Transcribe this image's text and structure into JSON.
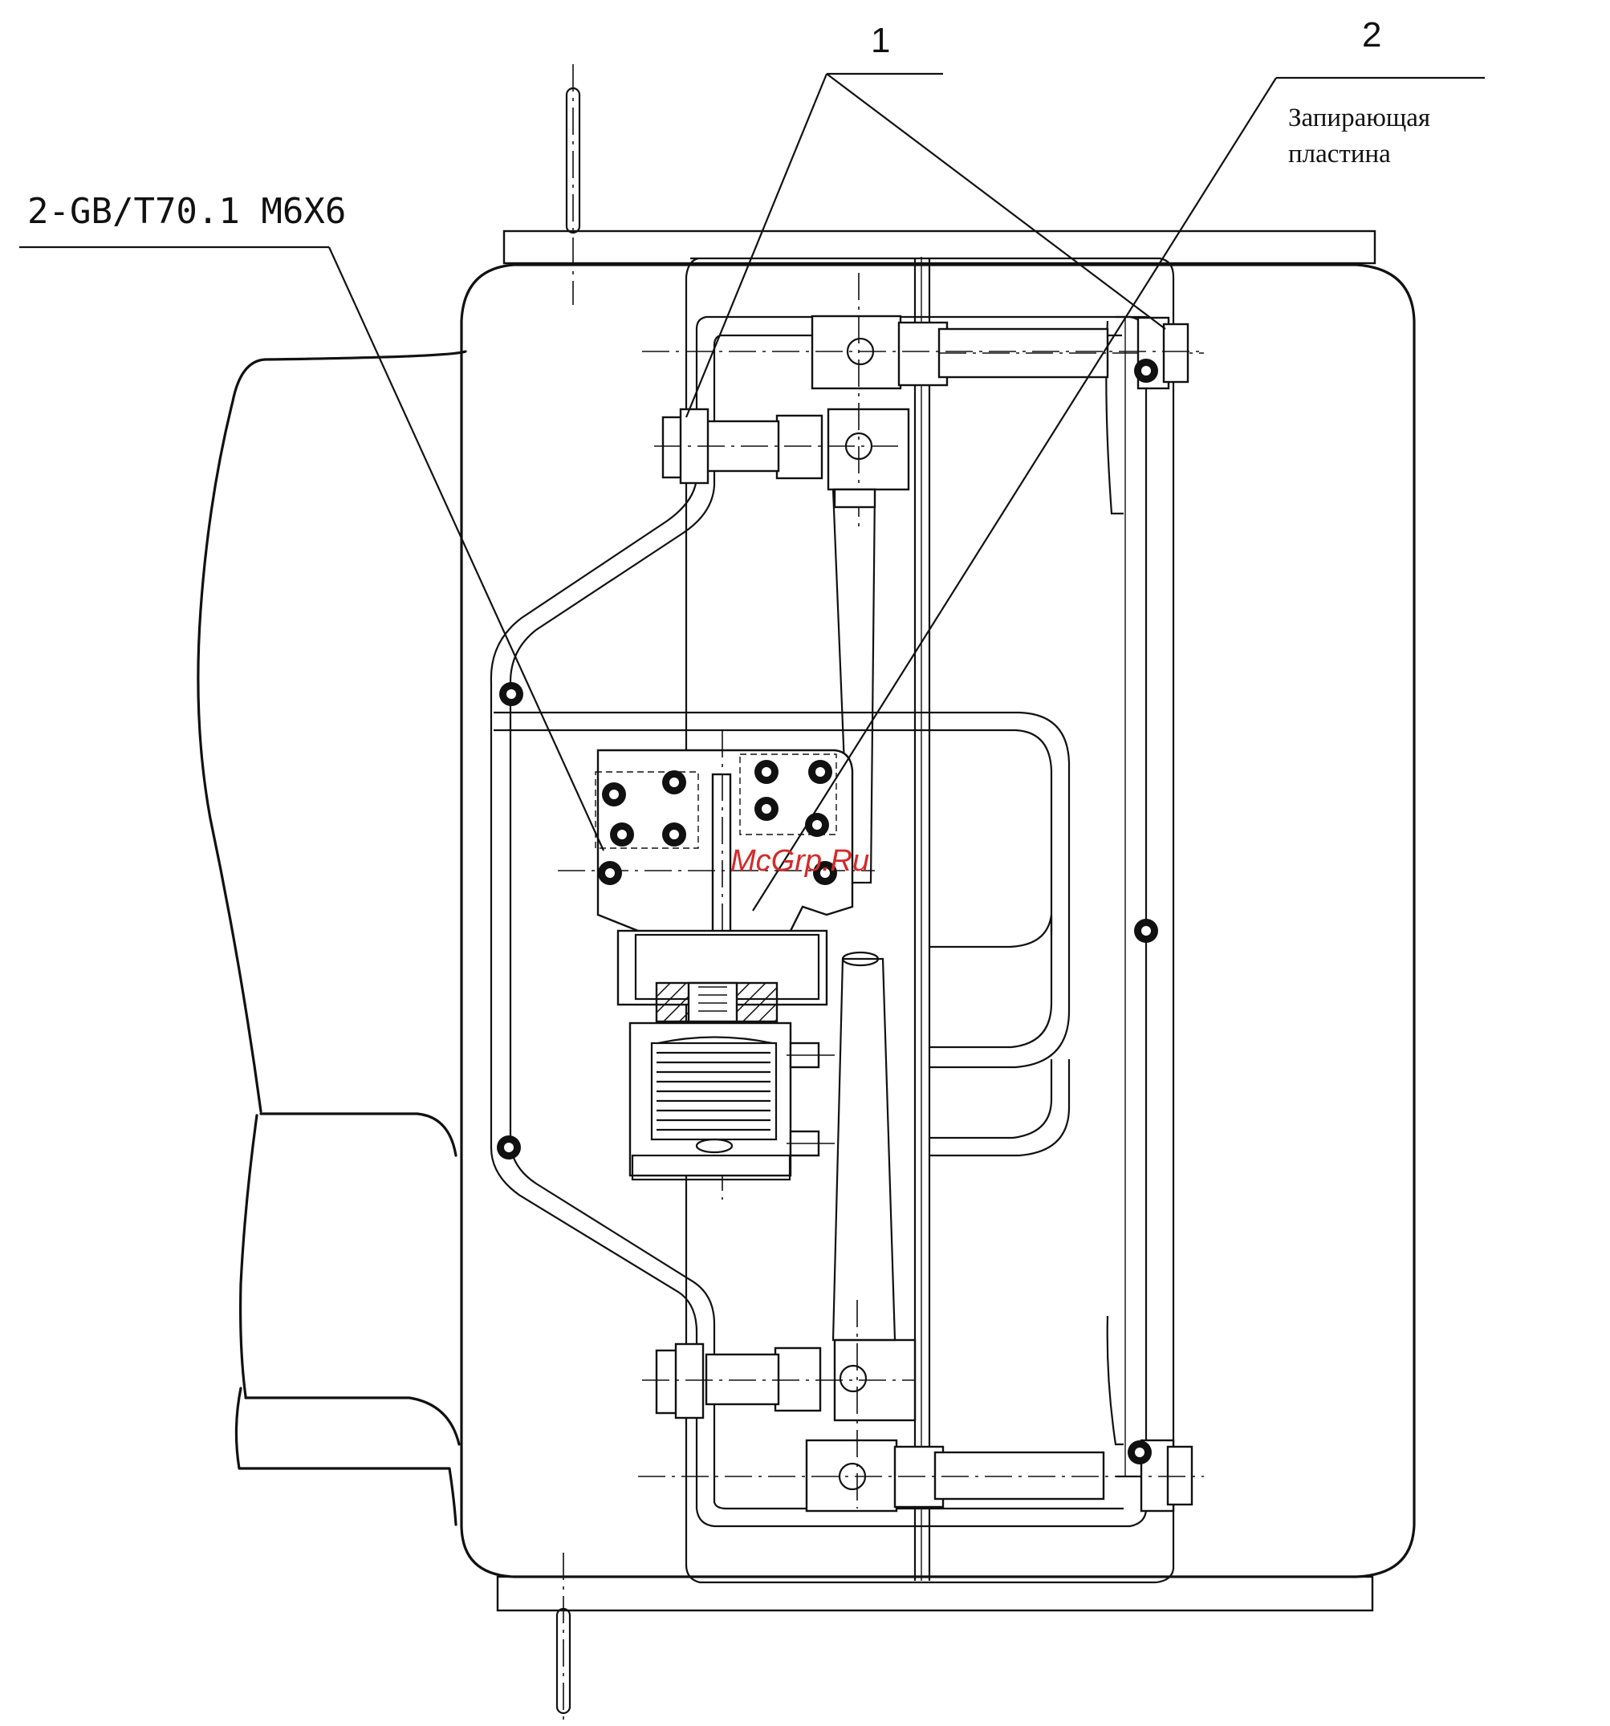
{
  "labels": {
    "bolt_spec": "2-GB/T70.1 M6X6",
    "callout_1": "1",
    "callout_2": "2",
    "plate_line1": "Запирающая",
    "plate_line2": "пластина",
    "watermark": "McGrp.Ru"
  },
  "colors": {
    "line": "#111111",
    "watermark": "#d42a2a",
    "background": "#ffffff"
  }
}
